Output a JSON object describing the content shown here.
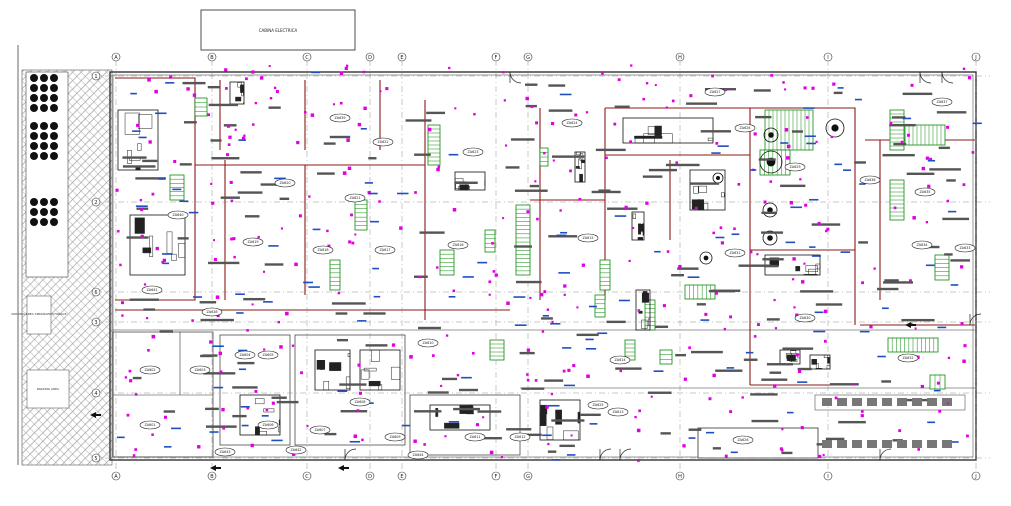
{
  "header_box": {
    "label": "CABINA ELECTRICA"
  },
  "left_notes": {
    "upper": "PARKING AREA SPRINKLER STORAGE",
    "lower": "PARKING AREA"
  },
  "grid": {
    "columns": [
      "A",
      "B",
      "C",
      "D",
      "E",
      "F",
      "G",
      "H",
      "I",
      "J"
    ],
    "rows": [
      "1",
      "2",
      "3",
      "4",
      "5",
      "6"
    ]
  },
  "rooms": [
    "ZA601",
    "ZA602",
    "ZA603",
    "ZA604",
    "ZA605",
    "ZA606",
    "ZA607",
    "ZA608",
    "ZA609",
    "ZA610",
    "ZA611",
    "ZA612",
    "ZA613",
    "ZA614",
    "ZA615",
    "ZA616",
    "ZA617",
    "ZA618",
    "ZA619",
    "ZA620",
    "ZA621",
    "ZA622",
    "ZA623",
    "ZA624",
    "ZA625",
    "ZA626",
    "ZA627",
    "ZA628",
    "ZA629",
    "ZA630",
    "ZA631",
    "ZA632",
    "ZA633",
    "ZA634",
    "ZA635",
    "ZA636",
    "ZA637",
    "ZA638",
    "ZA639",
    "ZA640",
    "ZA641",
    "ZA642",
    "ZA643",
    "ZA644"
  ],
  "colors": {
    "wall": "#8b1a1a",
    "tag": "#e000e0",
    "equipment": "#0a8a0a",
    "label_bar": "#555555",
    "hatch": "#9a9a9a",
    "grid": "#7a7a7a"
  }
}
